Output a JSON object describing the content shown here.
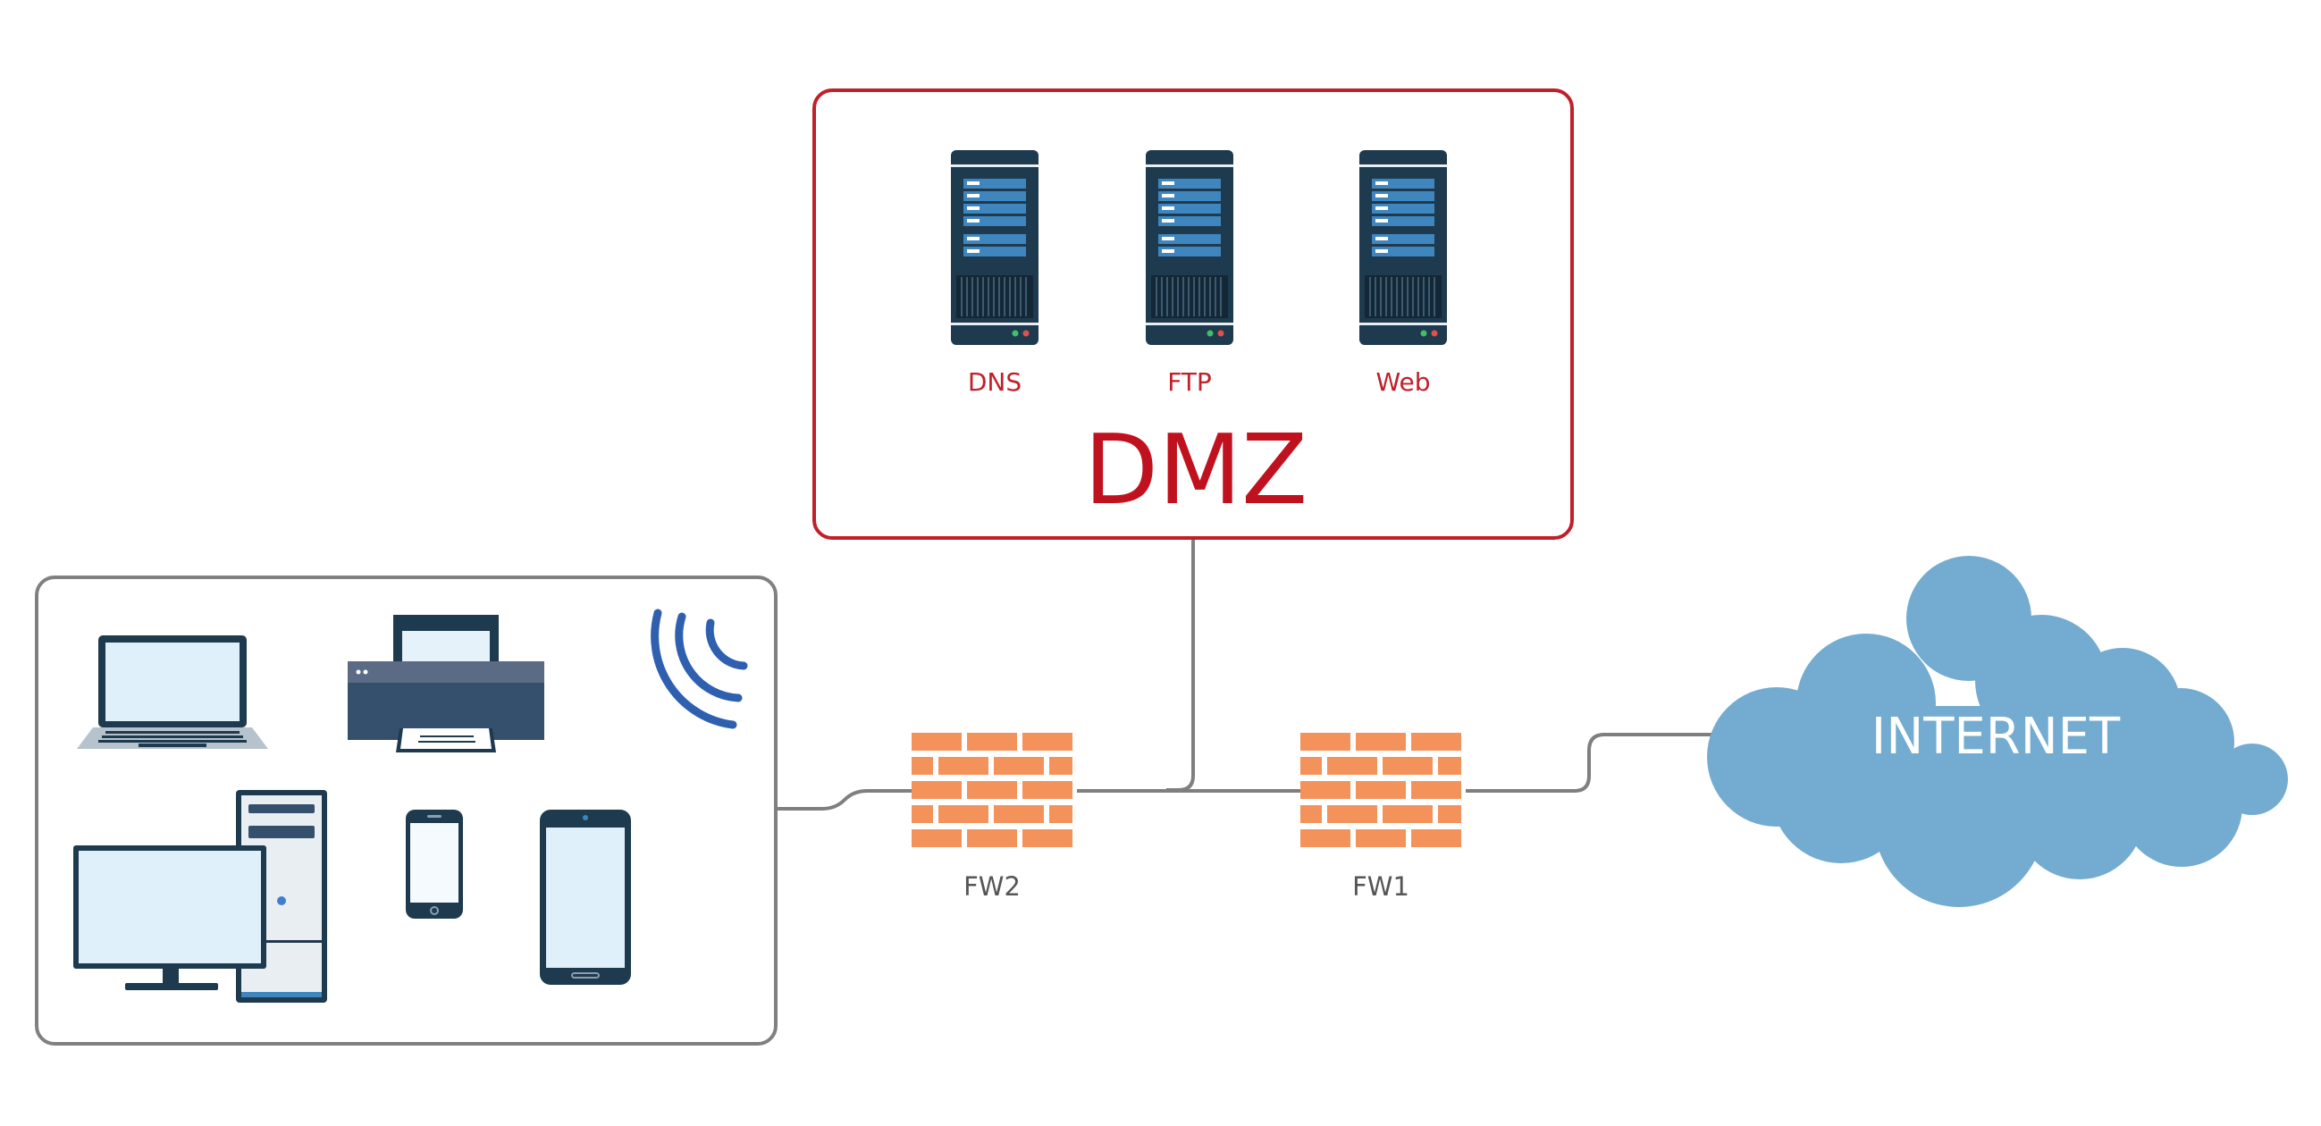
{
  "dmz": {
    "title": "DMZ",
    "servers": [
      {
        "label": "DNS"
      },
      {
        "label": "FTP"
      },
      {
        "label": "Web"
      }
    ]
  },
  "firewalls": [
    {
      "label": "FW2"
    },
    {
      "label": "FW1"
    }
  ],
  "internet": {
    "label": "INTERNET"
  },
  "colors": {
    "dmz_border": "#c0202a",
    "lan_border": "#808080",
    "server_body": "#1e3a4e",
    "brick": "#f4925c",
    "cloud": "#73acd0",
    "wire": "#7f7f7f"
  }
}
